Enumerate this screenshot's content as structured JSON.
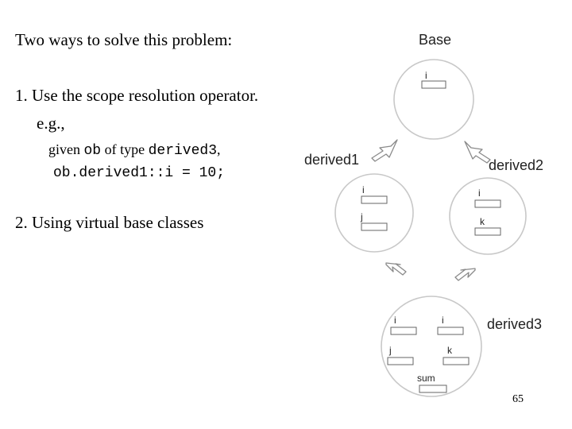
{
  "slide": {
    "heading": "Two ways to solve this problem:",
    "point1": "1.  Use the scope resolution operator.",
    "eg": "e.g.,",
    "given_word": "given ",
    "ob_code": "ob",
    "of_type_word": " of type ",
    "derived3_code": "derived3",
    "comma": ",",
    "code_line": "ob.derived1::i = 10;",
    "point2": "2.  Using virtual base classes",
    "page_number": "65"
  },
  "diagram": {
    "base": {
      "title": "Base",
      "members": [
        "i"
      ]
    },
    "derived1": {
      "title": "derived1",
      "members": [
        "i",
        "j"
      ]
    },
    "derived2": {
      "title": "derived2",
      "members": [
        "i",
        "k"
      ]
    },
    "derived3": {
      "title": "derived3",
      "members": [
        "i",
        "i",
        "j",
        "k",
        "sum"
      ]
    },
    "colors": {
      "circle_stroke": "#c8c8c8",
      "box_stroke": "#666666",
      "arrow_stroke": "#8a8a8a"
    }
  }
}
